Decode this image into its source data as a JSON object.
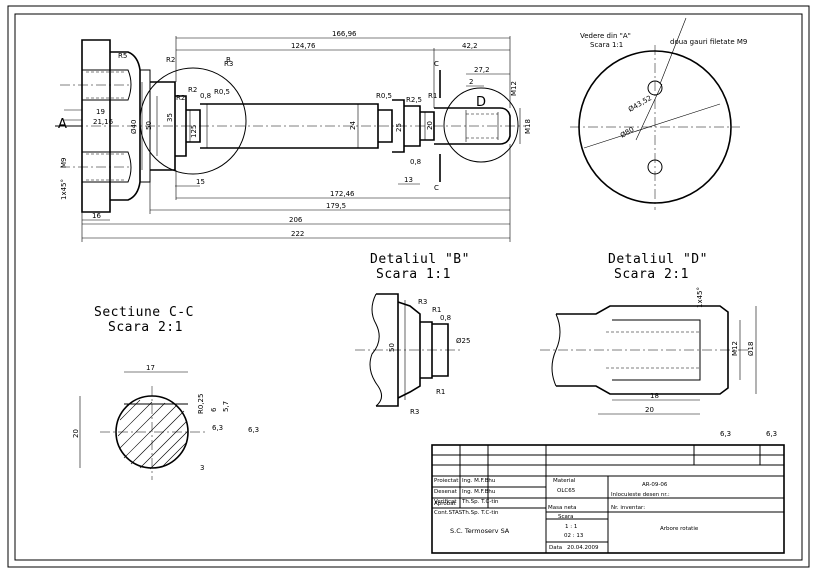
{
  "main_view": {
    "dims": {
      "d166": "166,96",
      "d124": "124,76",
      "d42": "42,2",
      "d27": "27,2",
      "d2": "2",
      "d172": "172,46",
      "d179": "179,5",
      "d206": "206",
      "d222": "222",
      "d16": "16",
      "d15": "15",
      "d13": "13",
      "r5": "R5",
      "r2a": "R2",
      "r3": "R3",
      "r2b": "R2",
      "r05": "R0,5",
      "d08a": "0,8",
      "r2c": "R2",
      "r05b": "R0,5",
      "r25": "R2,5",
      "d08b": "0,8",
      "r1": "R1",
      "d19": "19",
      "d2116": "21,16",
      "d40": "Ø40",
      "d50": "50",
      "d35": "35",
      "d125": "125",
      "d24": "24",
      "d25": "25",
      "d20": "20",
      "d18": "M18",
      "d1x45": "1x45°",
      "m9": "M9",
      "m12": "M12",
      "d1x45b": "1x45°"
    },
    "label_a": "A",
    "label_c1": "C",
    "label_c2": "C",
    "label_b": "B",
    "label_d": "D"
  },
  "view_a": {
    "title_line1": "Vedere din \"A\"",
    "title_line2": "Scara 1:1",
    "note": "doua gauri filetate M9",
    "d_circle": "Ø80",
    "d_bolt": "Ø43,52"
  },
  "detail_b": {
    "title": "Detaliul \"B\"",
    "scale": "Scara 1:1",
    "d_r3a": "R3",
    "d_r1": "R1",
    "d_08": "0,8",
    "d_50": "50",
    "d_125": "Ø25",
    "d_r1b": "R1",
    "d_r3b": "R3"
  },
  "detail_d": {
    "title": "Detaliul \"D\"",
    "scale": "Scara 2:1",
    "d_1x45": "1x45°",
    "d_m12": "M12",
    "d_18": "Ø18",
    "d_len18": "18",
    "d_len20": "20",
    "d_63": "6,3"
  },
  "section_cc": {
    "title": "Sectiune C-C",
    "scale": "Scara 2:1",
    "d_17": "17",
    "d_20": "20",
    "d_r025": "R0,25",
    "d_57": "5,7",
    "d_6": "6",
    "d_63a": "6,3",
    "d_63b": "6,3",
    "d_3": "3"
  },
  "roughness": "6,3",
  "title_block": {
    "rows": [
      {
        "role": "Proiectat",
        "name": "Ing. M.F.Bhu"
      },
      {
        "role": "Desenat",
        "name": "Ing. M.F.Bhu"
      },
      {
        "role": "Verificat",
        "name": "Th.Sp. T.C-tin"
      },
      {
        "role": "Cont.STAS",
        "name": "Th.Sp. T.C-tin"
      },
      {
        "role": "Aprobat",
        "name": ""
      }
    ],
    "material_label": "Material",
    "material": "OLC65",
    "mass_label": "Masa neta",
    "scale_label": "Scara",
    "scale_value": "1 : 1",
    "format": "02 : 13",
    "date_label": "Data",
    "date": "20.04.2009",
    "drawing_number": "AR-09-06",
    "replaces": "Inlocuieste desen nr.:",
    "inventory": "Nr. inventar:",
    "company": "S.C. Termoserv  SA",
    "part_name": "Arbore rotatie"
  }
}
